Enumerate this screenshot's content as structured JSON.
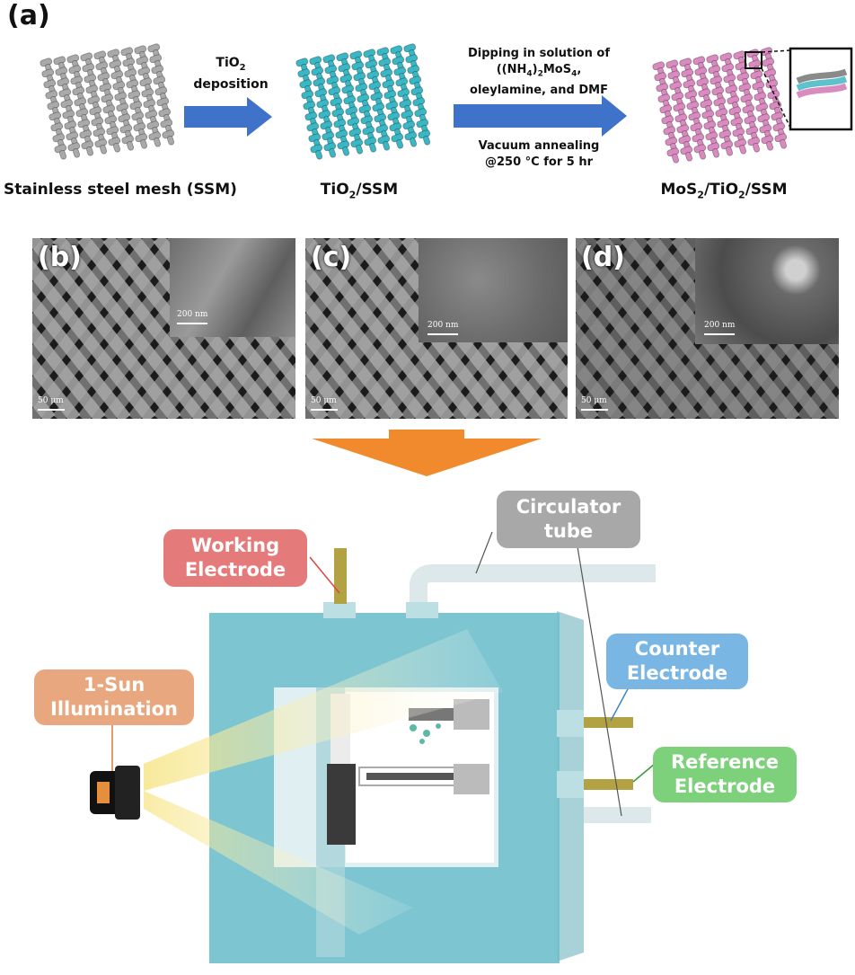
{
  "panel_a": {
    "label": "(a)",
    "steps": [
      {
        "caption": "Stainless steel mesh (SSM)",
        "color": "#a9a9a9"
      },
      {
        "caption_main": "TiO",
        "caption_sub": "2",
        "caption_rest": "/SSM",
        "color": "#3ab7c4"
      },
      {
        "caption_main": "MoS",
        "caption_sub": "2",
        "caption_mid": "/TiO",
        "caption_sub2": "2",
        "caption_rest": "/SSM",
        "color": "#d98abf"
      }
    ],
    "arrow1": {
      "line1_main": "TiO",
      "line1_sub": "2",
      "line2": "deposition"
    },
    "arrow2": {
      "top_line1": "Dipping in solution of",
      "top_line2_a": "((NH",
      "top_line2_sub1": "4",
      "top_line2_b": ")",
      "top_line2_sub2": "2",
      "top_line2_c": "MoS",
      "top_line2_sub3": "4",
      "top_line2_d": ",",
      "top_line3": "oleylamine, and DMF",
      "bottom_line1": "Vacuum annealing",
      "bottom_line2": "@250 °C for 5 hr"
    },
    "arrow_color": "#3f72c9"
  },
  "sem_panels": [
    {
      "label": "(b)",
      "inset_scale": "200 nm",
      "main_scale": "50 μm"
    },
    {
      "label": "(c)",
      "inset_scale": "200 nm",
      "main_scale": "50 μm"
    },
    {
      "label": "(d)",
      "inset_scale": "200 nm",
      "main_scale": "50 μm"
    }
  ],
  "down_arrow_color": "#f08a2c",
  "setup": {
    "circulator_tube": {
      "line1": "Circulator",
      "line2": "tube",
      "color": "#a8a8a8"
    },
    "working_electrode": {
      "line1": "Working",
      "line2": "Electrode",
      "color": "#e57a7a"
    },
    "counter_electrode": {
      "line1": "Counter",
      "line2": "Electrode",
      "color": "#7ab6e3"
    },
    "reference_electrode": {
      "line1": "Reference",
      "line2": "Electrode",
      "color": "#7dd17a"
    },
    "illumination": {
      "line1": "1-Sun",
      "line2": "Illumination",
      "color": "#e8a77e"
    },
    "cell_color": "#6fbfcc"
  }
}
